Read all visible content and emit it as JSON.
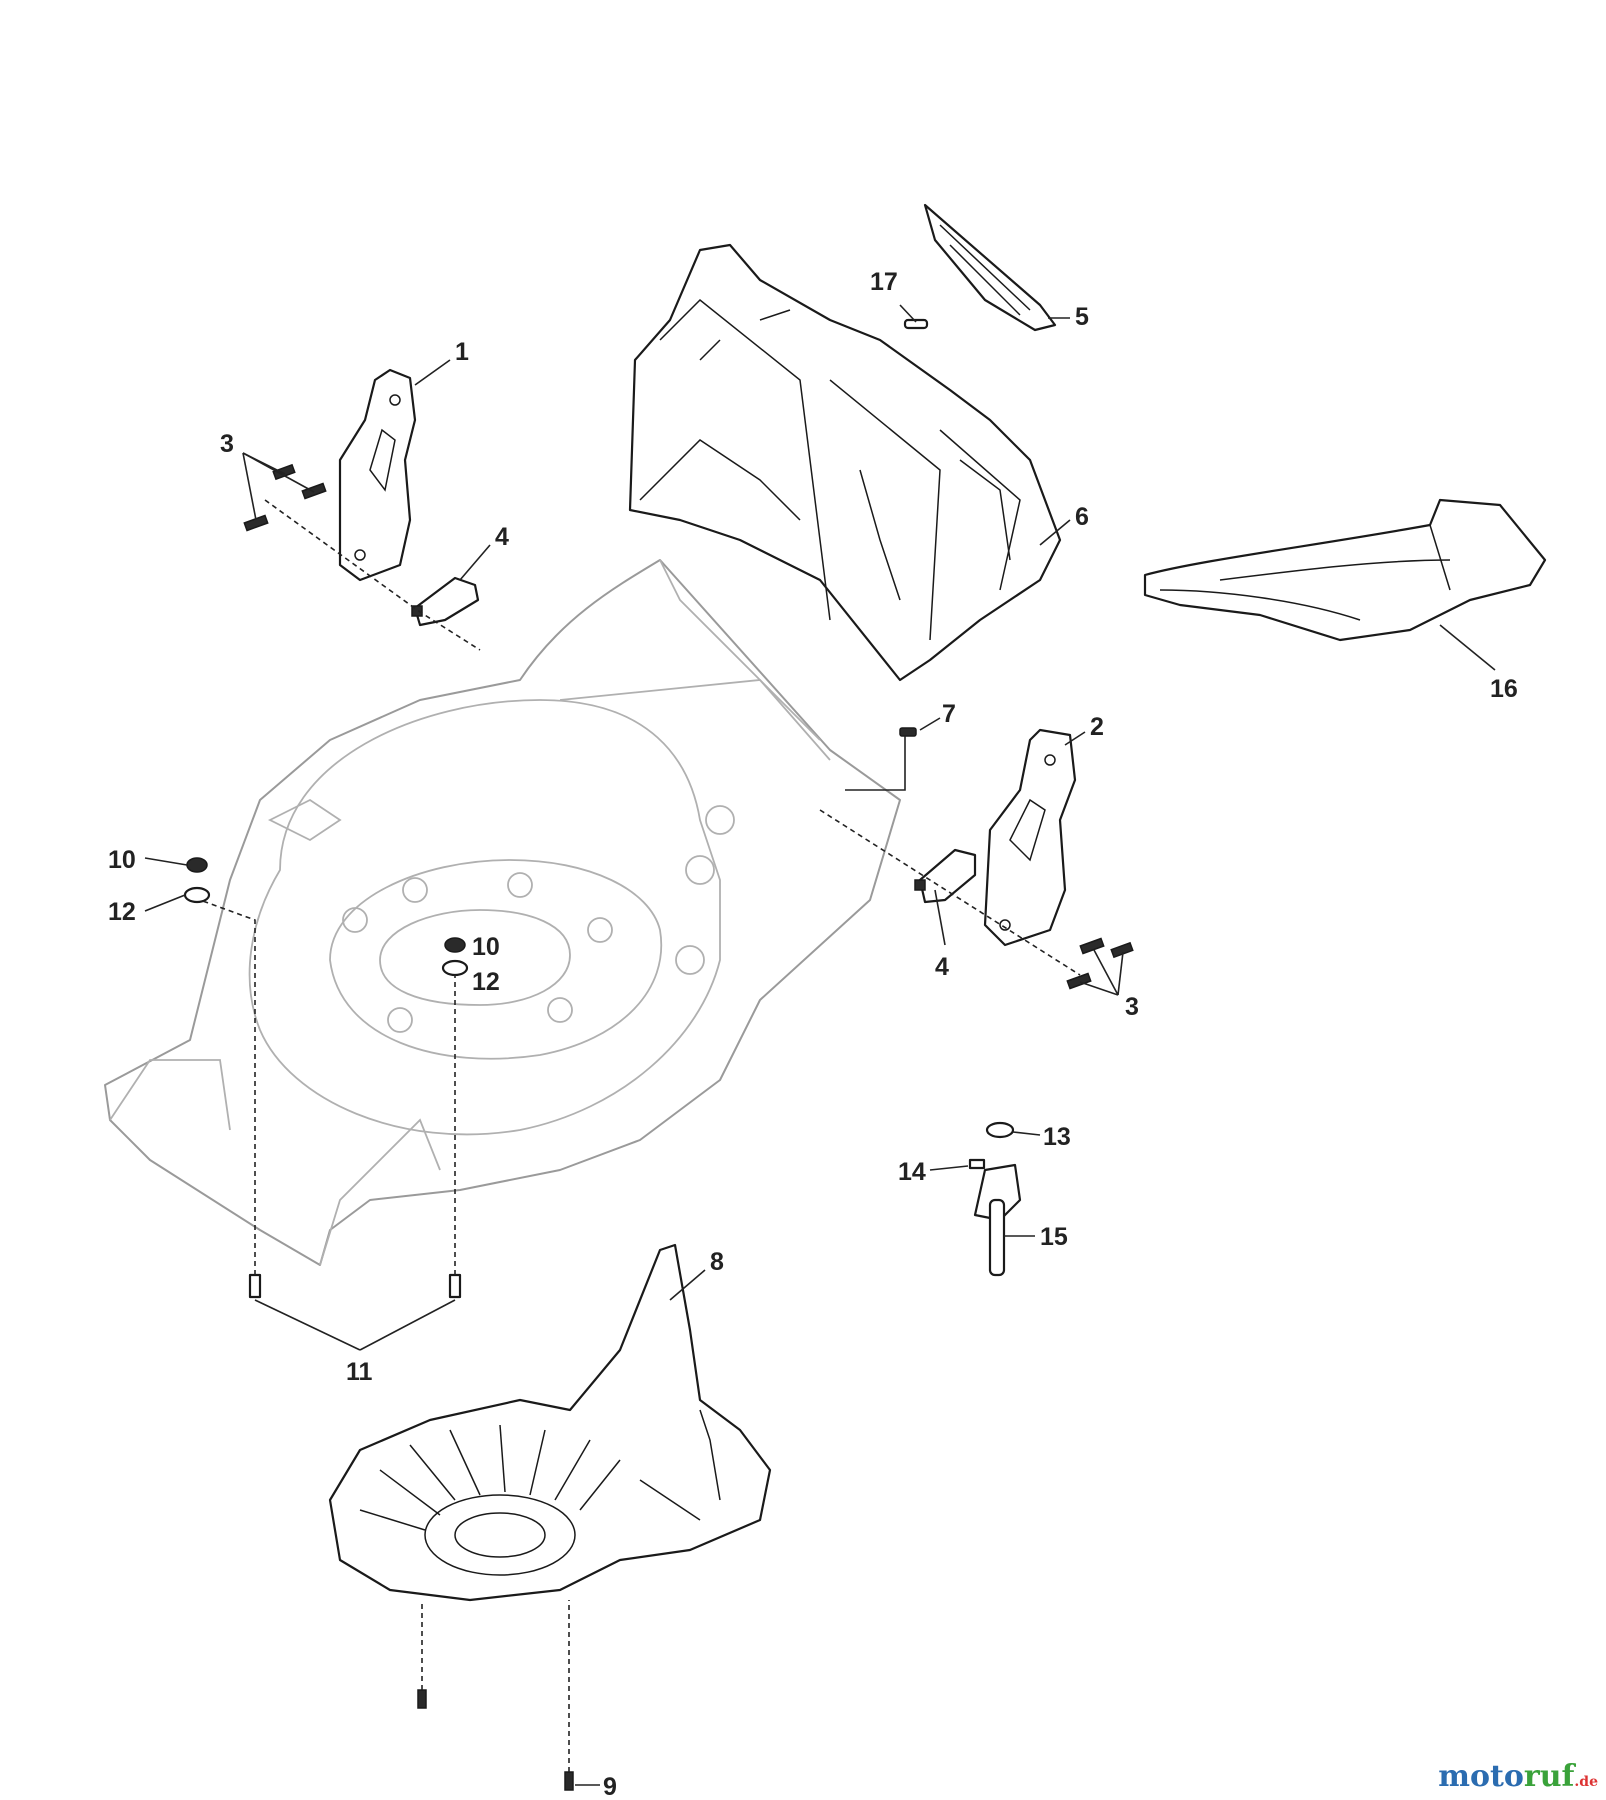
{
  "labels": {
    "l1": "1",
    "l2": "2",
    "l3a": "3",
    "l3b": "3",
    "l4a": "4",
    "l4b": "4",
    "l5": "5",
    "l6": "6",
    "l7": "7",
    "l8": "8",
    "l9": "9",
    "l10a": "10",
    "l10b": "10",
    "l11": "11",
    "l12a": "12",
    "l12b": "12",
    "l13": "13",
    "l14": "14",
    "l15": "15",
    "l16": "16",
    "l17": "17"
  },
  "watermark": {
    "part1": "moto",
    "part2": "ruf",
    "suffix": ".de"
  }
}
